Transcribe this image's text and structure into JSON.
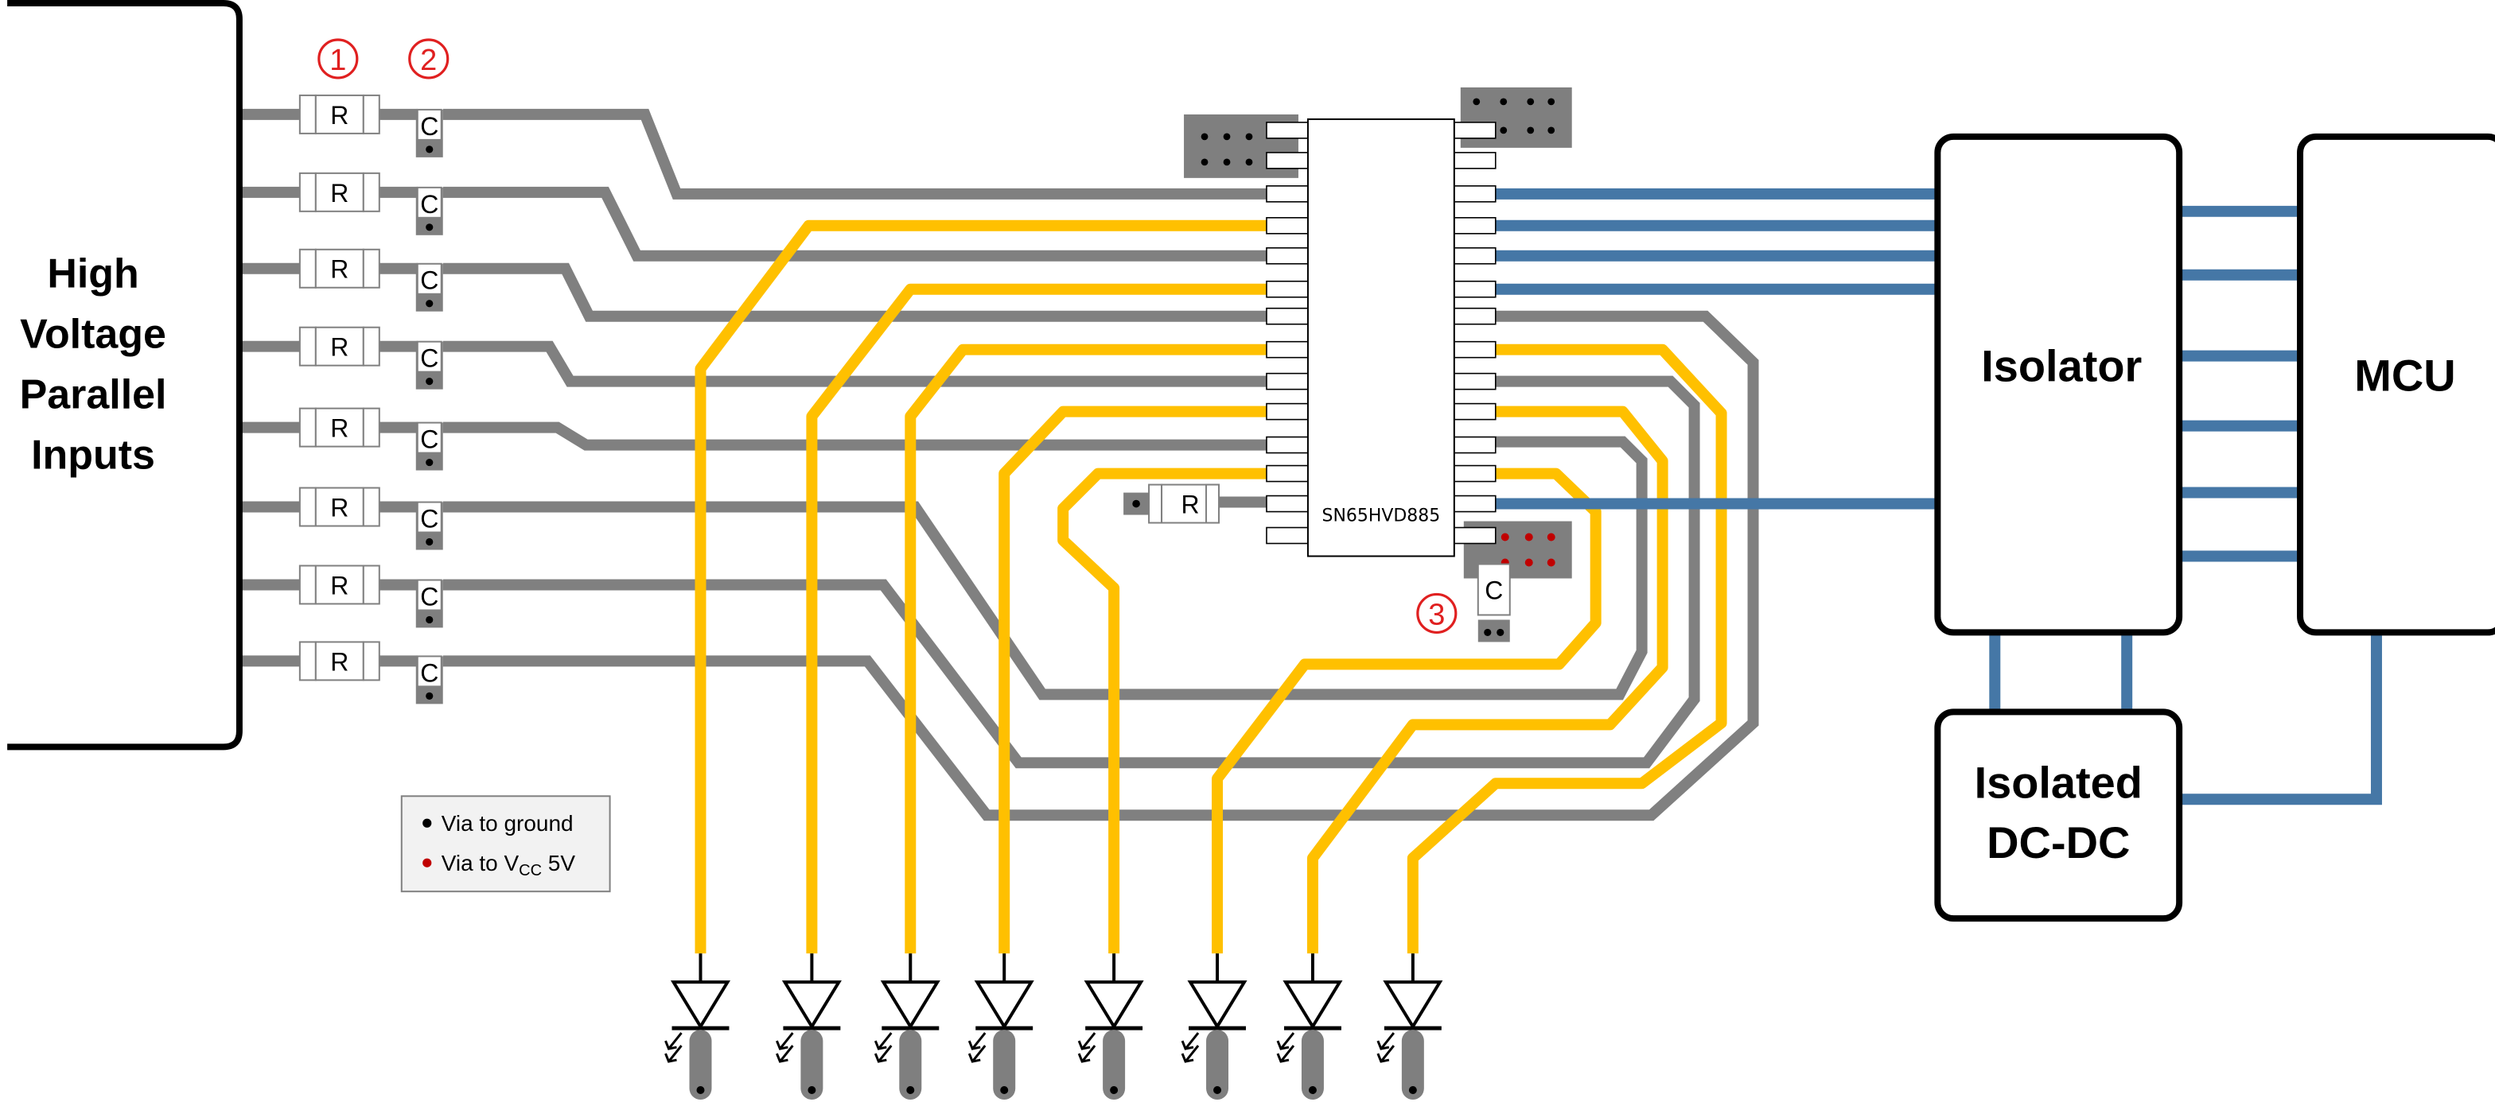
{
  "colors": {
    "gray_trace": "#808080",
    "yellow_trace": "#FFC000",
    "blue_trace": "#4577A6",
    "callout_red": "#E02020",
    "pad_dark": "#7F7F7F",
    "via_vcc": "#C00000",
    "box_stroke": "#000000"
  },
  "blocks": {
    "hv_inputs": "High Voltage Parallel Inputs",
    "isolator": "Isolator",
    "mcu": "MCU",
    "dcdc_line1": "Isolated",
    "dcdc_line2": "DC-DC",
    "ic_name": "SN65HVD885"
  },
  "components": {
    "resistor": "R",
    "capacitor": "C"
  },
  "callouts": [
    "1",
    "2",
    "3"
  ],
  "legend": {
    "ground_label": "Via to ground",
    "vcc_prefix": "Via to V",
    "vcc_sub": "CC",
    "vcc_suffix": " 5V"
  },
  "icons": [
    "led-icon",
    "ground-via-icon",
    "vcc-via-icon",
    "resistor-icon",
    "capacitor-icon"
  ]
}
